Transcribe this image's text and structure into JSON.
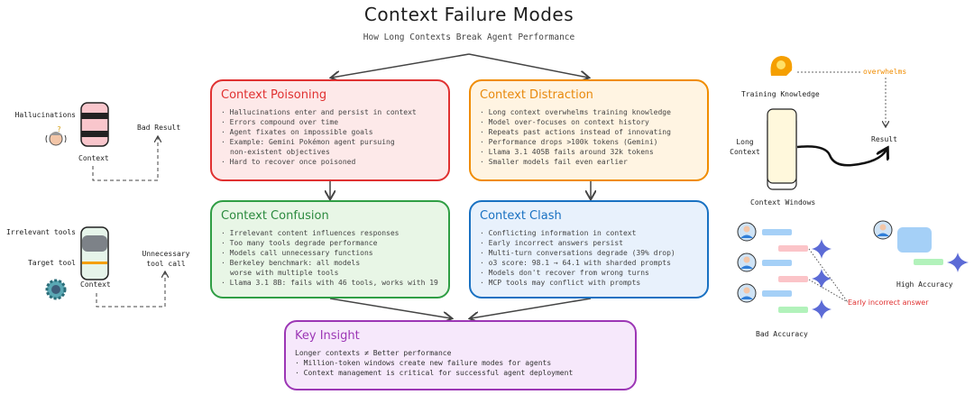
{
  "header": {
    "title": "Context Failure Modes",
    "subtitle": "How Long Contexts Break Agent Performance"
  },
  "boxes": {
    "poisoning": {
      "title": "Context Poisoning",
      "items": [
        "Hallucinations enter and persist in context",
        "Errors compound over time",
        "Agent fixates on impossible goals",
        "Example: Gemini Pokémon agent pursuing non-existent objectives",
        "Hard to recover once poisoned"
      ],
      "color": "#e03131"
    },
    "distraction": {
      "title": "Context Distraction",
      "items": [
        "Long context overwhelms training knowledge",
        "Model over-focuses on context history",
        "Repeats past actions instead of innovating",
        "Performance drops >100k tokens (Gemini)",
        "Llama 3.1 405B fails around 32k tokens",
        "Smaller models fail even earlier"
      ],
      "color": "#f08c00"
    },
    "confusion": {
      "title": "Context Confusion",
      "items": [
        "Irrelevant content influences responses",
        "Too many tools degrade performance",
        "Models call unnecessary functions",
        "Berkeley benchmark: all models worse with multiple tools",
        "Llama 3.1 8B: fails with 46 tools, works with 19"
      ],
      "color": "#2f9e44"
    },
    "clash": {
      "title": "Context Clash",
      "items": [
        "Conflicting information in context",
        "Early incorrect answers persist",
        "Multi-turn conversations degrade (39% drop)",
        "o3 score: 98.1 → 64.1 with sharded prompts",
        "Models don't recover from wrong turns",
        "MCP tools may conflict with prompts"
      ],
      "color": "#1971c2"
    },
    "insight": {
      "title": "Key Insight",
      "lead": "Longer contexts ≠ Better performance",
      "items": [
        "Million-token windows create new failure modes for agents",
        "Context management is critical for successful agent deployment"
      ],
      "color": "#9c36b5"
    }
  },
  "left_poisoning": {
    "hallucinations": "Hallucinations",
    "context": "Context",
    "bad_result": "Bad Result"
  },
  "left_confusion": {
    "irrelevant_tools": "Irrelevant tools",
    "target_tool": "Target tool",
    "context": "Context",
    "unnecessary_tool_call": "Unnecessary tool call"
  },
  "right_distraction": {
    "training_knowledge": "Training Knowledge",
    "overwhelms": "overwhelms",
    "long_context": "Long Context",
    "result": "Result",
    "context_windows": "Context Windows"
  },
  "right_clash": {
    "early_incorrect": "Early incorrect answer",
    "bad_accuracy": "Bad Accuracy",
    "high_accuracy": "High Accuracy"
  }
}
